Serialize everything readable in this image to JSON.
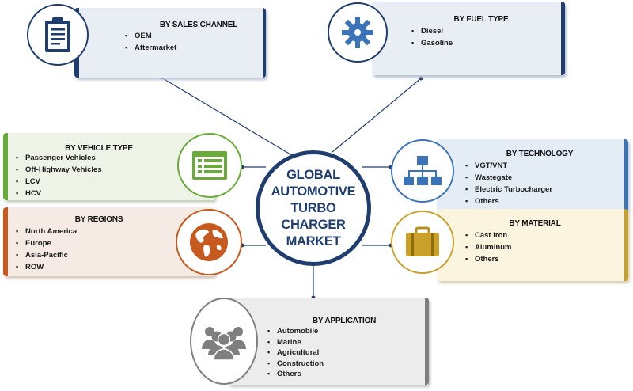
{
  "center": {
    "lines": [
      "GLOBAL",
      "AUTOMOTIVE",
      "TURBO",
      "CHARGER",
      "MARKET"
    ]
  },
  "segments": {
    "sales_channel": {
      "title": "BY SALES CHANNEL",
      "items": [
        "OEM",
        "Aftermarket"
      ],
      "icon": "clipboard-icon"
    },
    "fuel_type": {
      "title": "BY FUEL TYPE",
      "items": [
        "Diesel",
        "Gasoline"
      ],
      "icon": "gear-icon"
    },
    "vehicle_type": {
      "title": "BY VEHICLE TYPE",
      "items": [
        "Passenger Vehicles",
        "Off-Highway Vehicles",
        "LCV",
        "HCV"
      ],
      "icon": "list-window-icon"
    },
    "technology": {
      "title": "BY TECHNOLOGY",
      "items": [
        "VGT/VNT",
        "Wastegate",
        "Electric Turbocharger",
        "Others"
      ],
      "icon": "hierarchy-icon"
    },
    "regions": {
      "title": "BY REGIONS",
      "items": [
        "North America",
        "Europe",
        "Asia-Pacific",
        "ROW"
      ],
      "icon": "globe-icon"
    },
    "material": {
      "title": "BY MATERIAL",
      "items": [
        "Cast Iron",
        "Aluminum",
        "Others"
      ],
      "icon": "suitcase-icon"
    },
    "application": {
      "title": "BY APPLICATION",
      "items": [
        "Automobile",
        "Marine",
        "Agricultural",
        "Construction",
        "Others"
      ],
      "icon": "people-group-icon"
    }
  },
  "colors": {
    "navy": "#1f3d6e",
    "blue": "#3b73b9",
    "green": "#6aaa3a",
    "orange": "#c65a1e",
    "gold": "#c9a02a",
    "gray": "#7f7f7f"
  }
}
